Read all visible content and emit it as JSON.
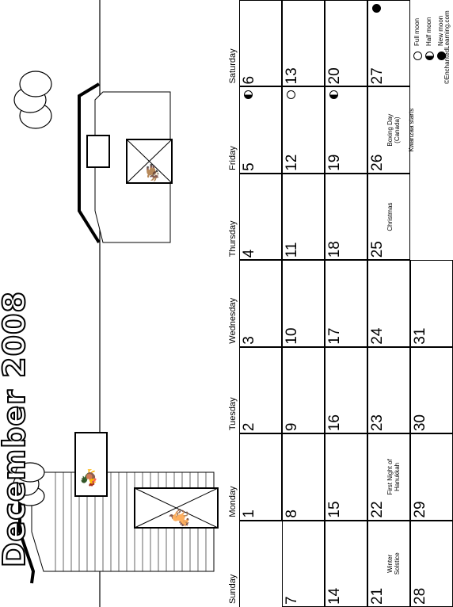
{
  "calendar": {
    "title": "December 2008",
    "weekdays": [
      "Sunday",
      "Monday",
      "Tuesday",
      "Wednesday",
      "Thursday",
      "Friday",
      "Saturday"
    ],
    "weeks": [
      [
        {
          "d": ""
        },
        {
          "d": "1"
        },
        {
          "d": "2"
        },
        {
          "d": "3"
        },
        {
          "d": "4"
        },
        {
          "d": "5",
          "moon": "half"
        },
        {
          "d": "6"
        }
      ],
      [
        {
          "d": "7"
        },
        {
          "d": "8"
        },
        {
          "d": "9"
        },
        {
          "d": "10"
        },
        {
          "d": "11"
        },
        {
          "d": "12",
          "moon": "full"
        },
        {
          "d": "13"
        }
      ],
      [
        {
          "d": "14"
        },
        {
          "d": "15"
        },
        {
          "d": "16"
        },
        {
          "d": "17"
        },
        {
          "d": "18"
        },
        {
          "d": "19",
          "moon": "half"
        },
        {
          "d": "20"
        }
      ],
      [
        {
          "d": "21",
          "event": "Winter\nSolstice"
        },
        {
          "d": "22",
          "event": "First Night of\nHanukkah"
        },
        {
          "d": "23"
        },
        {
          "d": "24"
        },
        {
          "d": "25",
          "event": "Christmas"
        },
        {
          "d": "26",
          "event": "Boxing Day\n(Canada)\n\nKwanzaa starts"
        },
        {
          "d": "27",
          "moon": "new"
        }
      ],
      [
        {
          "d": "28"
        },
        {
          "d": "29"
        },
        {
          "d": "30"
        },
        {
          "d": "31"
        }
      ]
    ]
  },
  "legend": {
    "full_moon": "Full moon",
    "half_moon": "Half moon",
    "new_moon": "New moon"
  },
  "footer": {
    "copyright": "©EnchantedLearning.com"
  },
  "illustration": {
    "left_barn_animal": "rooster",
    "left_barn_door_animal": "horse",
    "right_barn_door_animal": "goat"
  }
}
